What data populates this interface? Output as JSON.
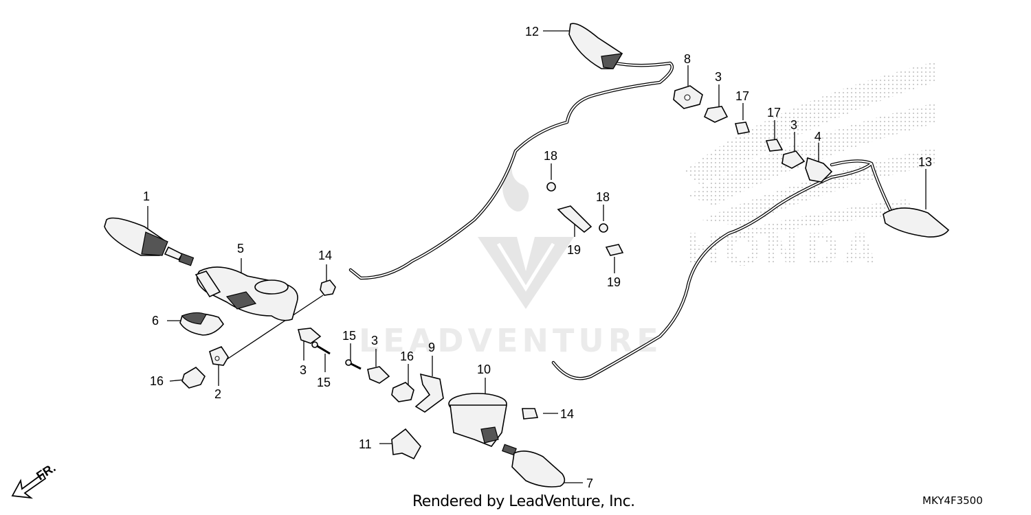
{
  "diagram": {
    "callouts": [
      {
        "id": "c1",
        "text": "1"
      },
      {
        "id": "c2",
        "text": "2"
      },
      {
        "id": "c3a",
        "text": "3"
      },
      {
        "id": "c3b",
        "text": "3"
      },
      {
        "id": "c3c",
        "text": "3"
      },
      {
        "id": "c3d",
        "text": "3"
      },
      {
        "id": "c4",
        "text": "4"
      },
      {
        "id": "c5",
        "text": "5"
      },
      {
        "id": "c6",
        "text": "6"
      },
      {
        "id": "c7",
        "text": "7"
      },
      {
        "id": "c8",
        "text": "8"
      },
      {
        "id": "c9",
        "text": "9"
      },
      {
        "id": "c10",
        "text": "10"
      },
      {
        "id": "c11",
        "text": "11"
      },
      {
        "id": "c12",
        "text": "12"
      },
      {
        "id": "c13",
        "text": "13"
      },
      {
        "id": "c14a",
        "text": "14"
      },
      {
        "id": "c14b",
        "text": "14"
      },
      {
        "id": "c15a",
        "text": "15"
      },
      {
        "id": "c15b",
        "text": "15"
      },
      {
        "id": "c16a",
        "text": "16"
      },
      {
        "id": "c16b",
        "text": "16"
      },
      {
        "id": "c17a",
        "text": "17"
      },
      {
        "id": "c17b",
        "text": "17"
      },
      {
        "id": "c18a",
        "text": "18"
      },
      {
        "id": "c18b",
        "text": "18"
      },
      {
        "id": "c19a",
        "text": "19"
      },
      {
        "id": "c19b",
        "text": "19"
      }
    ],
    "front_marker": "FR.",
    "watermark_text": "LEADVENTURE",
    "brand_text": "HONDA",
    "credit": "Rendered by LeadVenture, Inc.",
    "diagram_code": "MKY4F3500"
  }
}
